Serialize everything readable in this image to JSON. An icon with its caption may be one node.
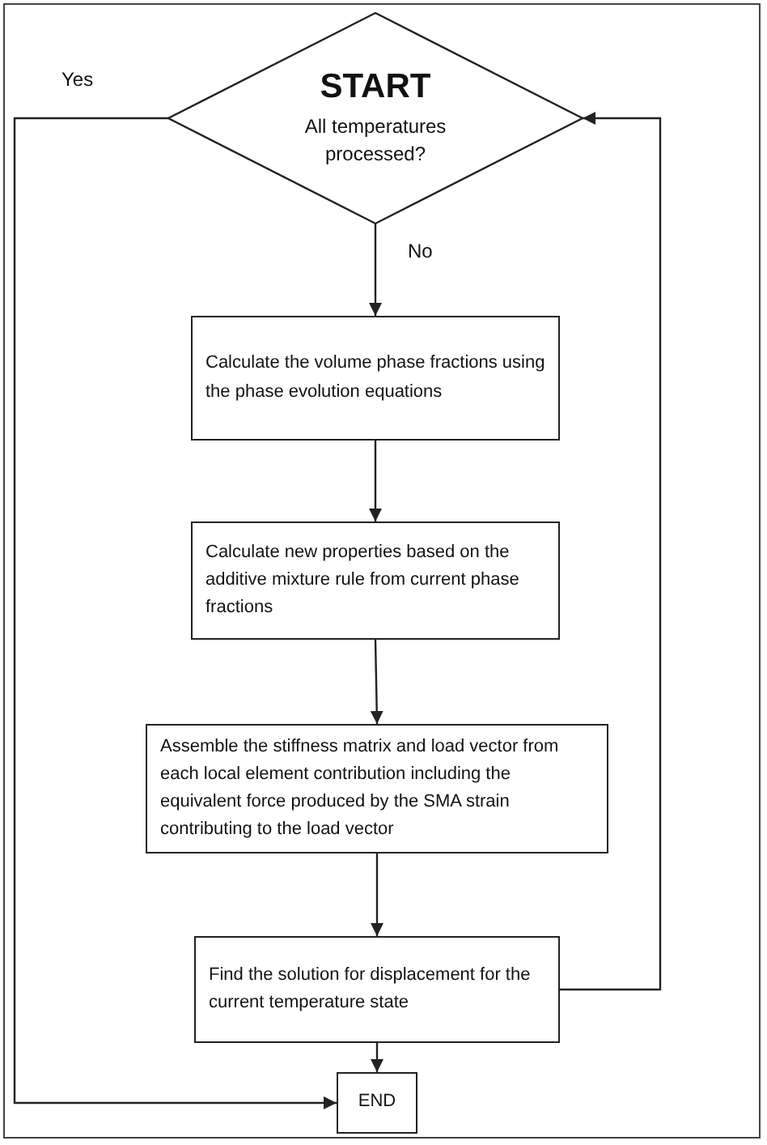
{
  "diagram": {
    "nodes": [
      {
        "text": [
          "START",
          "All temperatures processed?"
        ]
      },
      {
        "text": [
          "Calculate the volume phase fractions using the phase evolution equations"
        ]
      },
      {
        "text": [
          "Calculate new properties based on the additive mixture rule from current phase fractions"
        ]
      },
      {
        "text": [
          "Assemble the stiffness matrix and load vector from each local element contribution including the equivalent force produced by the SMA strain contributing to the load vector"
        ]
      },
      {
        "text": [
          "Find the solution for displacement for the current temperature state"
        ]
      },
      {
        "text": [
          "END"
        ]
      }
    ],
    "edges": [
      {
        "from": 0,
        "to": 1,
        "arrow": "to",
        "label": "No"
      },
      {
        "from": 1,
        "to": 2,
        "arrow": "to"
      },
      {
        "from": 2,
        "to": 3,
        "arrow": "to"
      },
      {
        "from": 3,
        "to": 4,
        "arrow": "to"
      },
      {
        "from": 4,
        "to": 5,
        "arrow": "to"
      },
      {
        "from": 4,
        "to": 0,
        "arrow": "to"
      },
      {
        "from": 0,
        "to": 5,
        "arrow": "to",
        "label": "Yes"
      }
    ]
  }
}
